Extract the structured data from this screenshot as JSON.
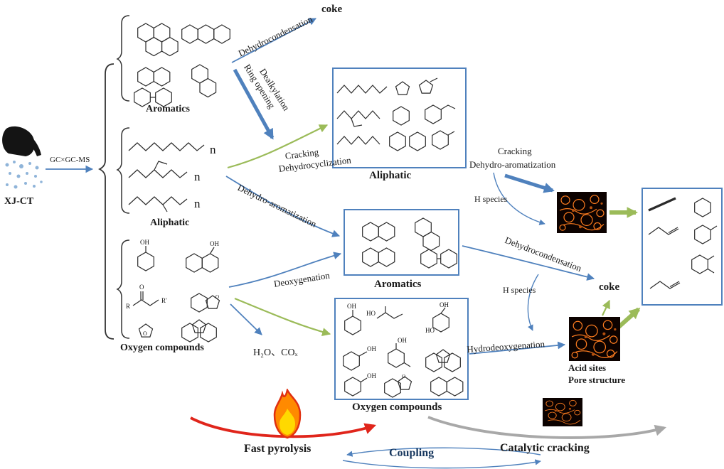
{
  "colors": {
    "arrow_blue": "#4f81bd",
    "arrow_green": "#9bbb59",
    "arrow_red": "#e0251b",
    "arrow_gray": "#a8a8a8",
    "box_border": "#4f81bd",
    "coupling_text": "#17375e"
  },
  "source": {
    "label": "XJ-CT",
    "method": "GC×GC-MS"
  },
  "left_groups": {
    "aromatics": "Aromatics",
    "aliphatic": "Aliphatic",
    "oxygen": "Oxygen compounds"
  },
  "boxes": {
    "aliphatic": "Aliphatic",
    "aromatics": "Aromatics",
    "oxygen": "Oxygen compounds"
  },
  "arrows": {
    "dehydrocondensation_top": "Dehydrocondensation",
    "ring_opening": "Ring opening",
    "dealkylation": "Dealkylation",
    "cracking_left": "Cracking",
    "dehydrocyclization": "Dehydrocyclization",
    "dehydro_aromatization_left": "Dehydro-aromatization",
    "deoxygenation": "Deoxygenation",
    "cracking_right": "Cracking",
    "dehydro_aromatization_right": "Dehydro-aromatization",
    "dehydrocondensation_mid": "Dehydrocondensation",
    "hydrodeoxygenation": "Hydrodeoxygenation",
    "h_species_top": "H species",
    "h_species_bottom": "H species"
  },
  "products": {
    "coke_top": "coke",
    "coke_mid": "coke",
    "h2o_cox": "H₂O、COₓ"
  },
  "catalyst": {
    "acid_sites": "Acid sites",
    "pore_structure": "Pore structure"
  },
  "processes": {
    "fast_pyrolysis": "Fast pyrolysis",
    "coupling": "Coupling",
    "catalytic_cracking": "Catalytic cracking"
  },
  "chem": {
    "n": "n",
    "oh": "OH",
    "ho": "HO",
    "o": "O",
    "r": "R",
    "r_prime": "R'"
  }
}
